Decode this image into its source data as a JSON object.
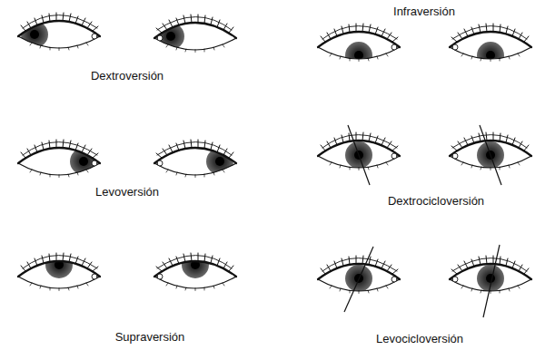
{
  "diagram": {
    "labels": [
      "Dextroversión",
      "Infraversión",
      "Levoversión",
      "Dextrocicloversión",
      "Supraversión",
      "Levocicloversión"
    ]
  }
}
